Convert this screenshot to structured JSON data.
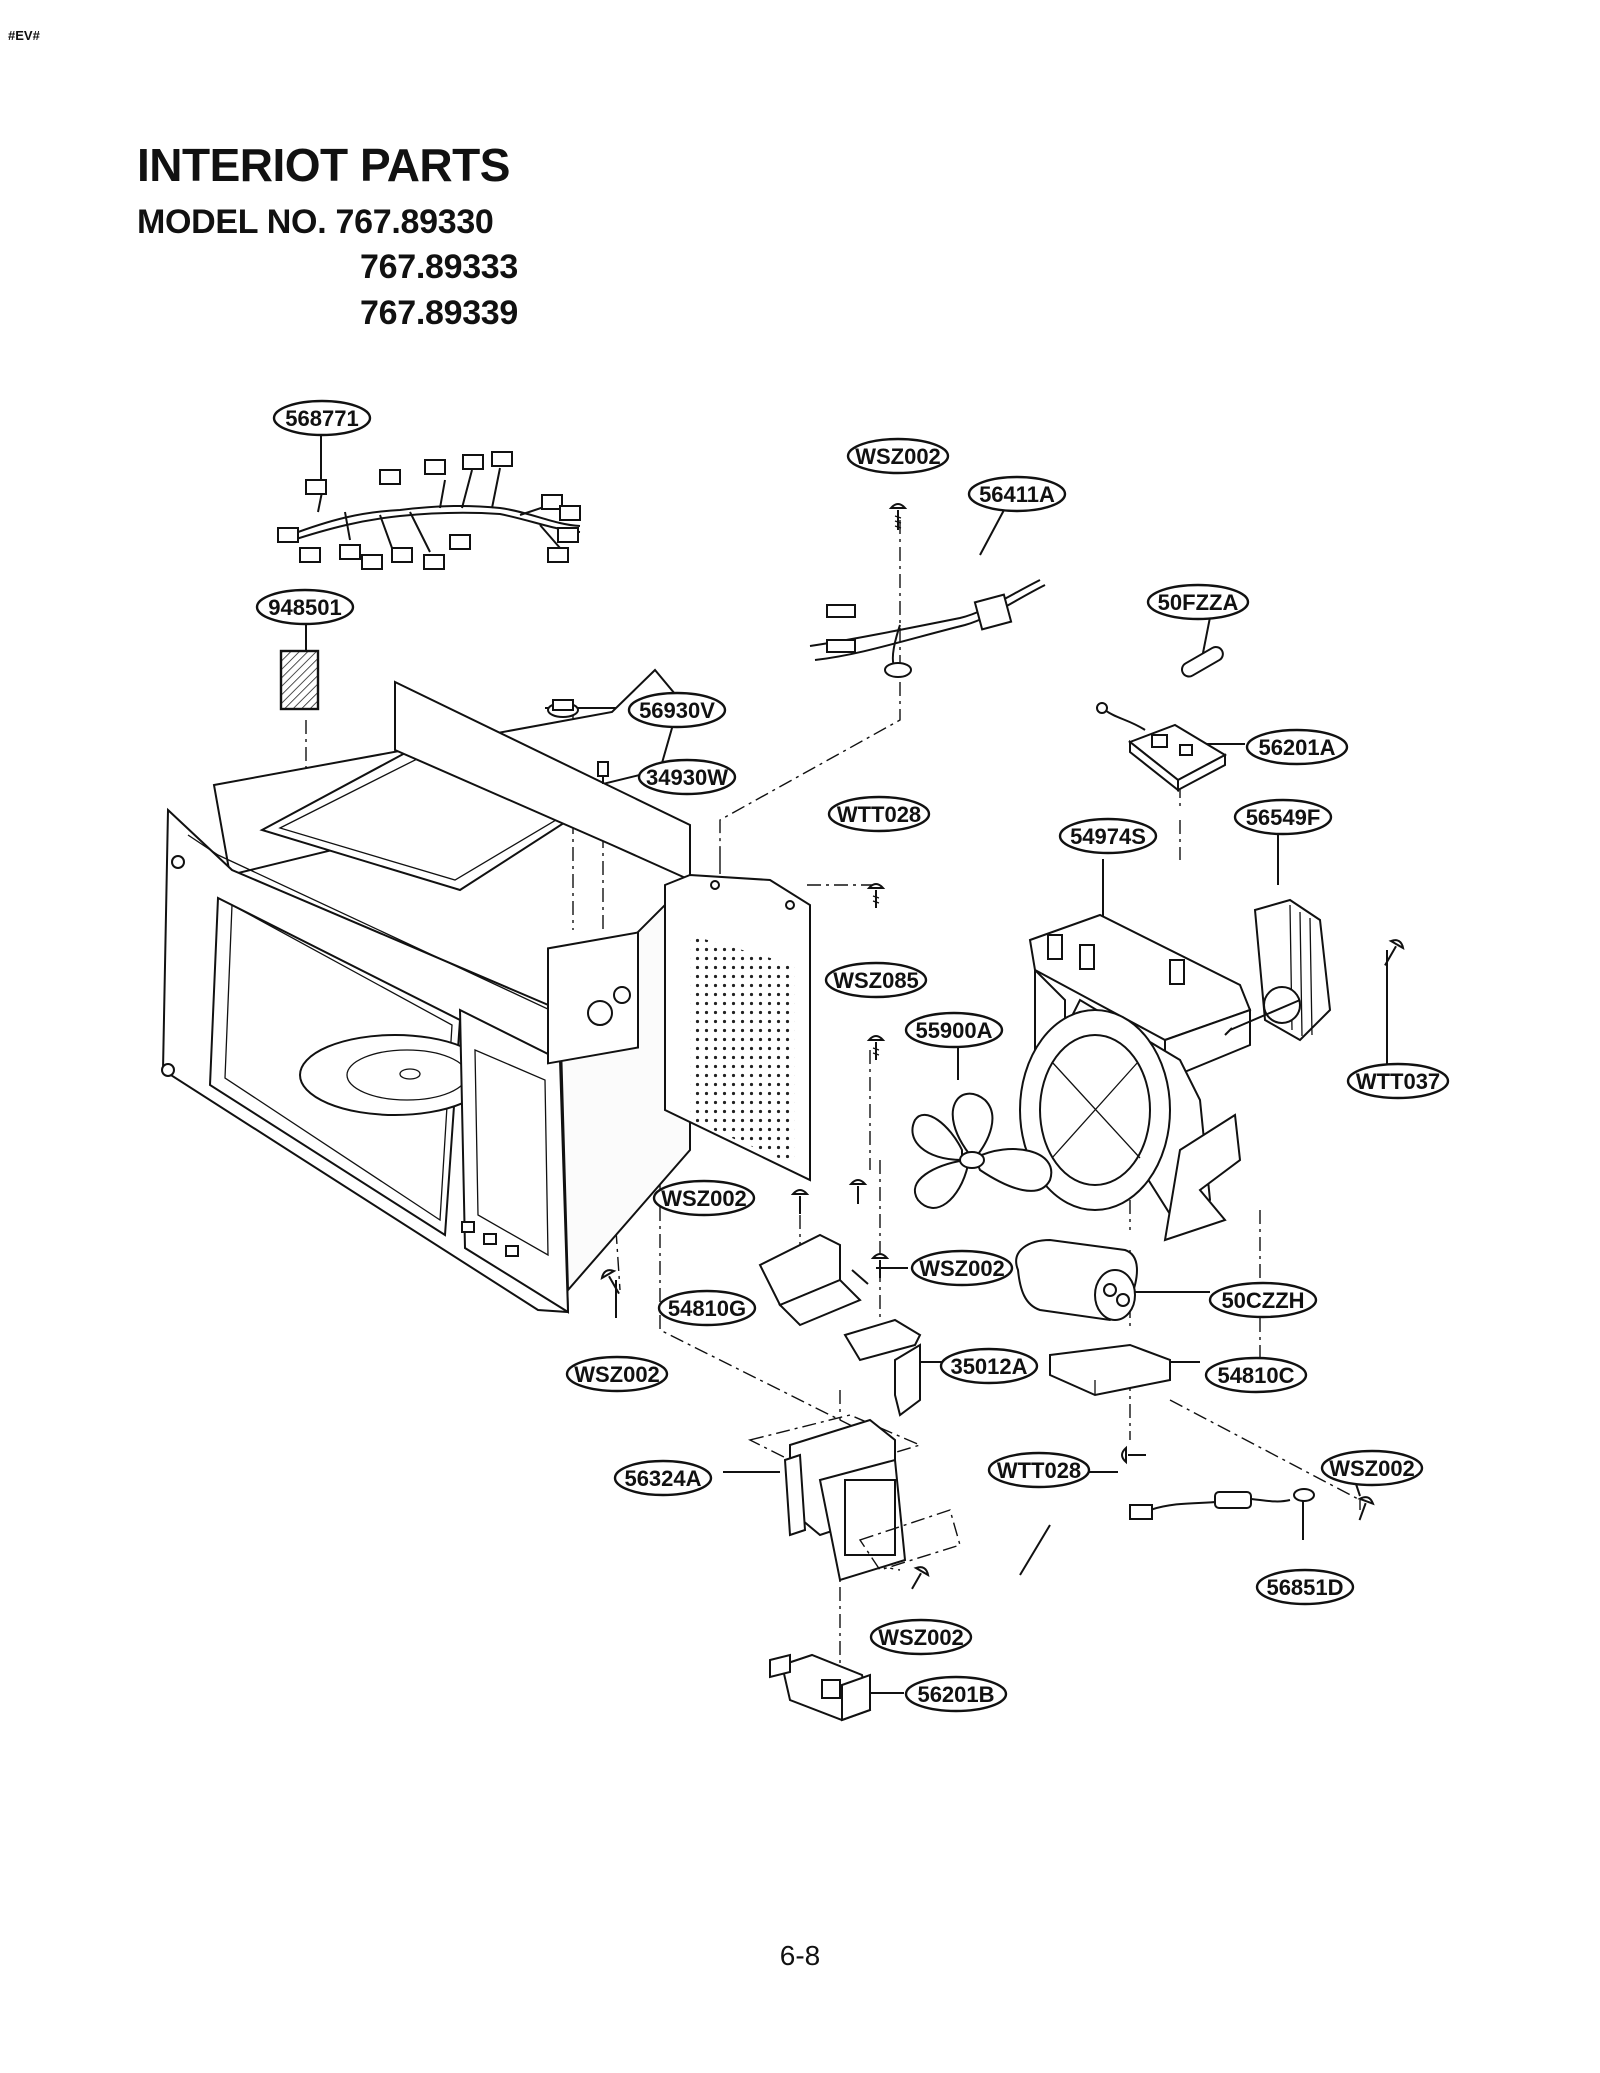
{
  "corner_code": "#EV#",
  "title": "INTERIOT PARTS",
  "model_prefix": "MODEL NO.",
  "models": [
    "767.89330",
    "767.89333",
    "767.89339"
  ],
  "page_number": "6-8",
  "labels": {
    "l568771": "568771",
    "l948501": "948501",
    "l56930V": "56930V",
    "l34930W": "34930W",
    "lWSZ002_top": "WSZ002",
    "l56411A": "56411A",
    "l50FZZA": "50FZZA",
    "l56201A": "56201A",
    "lWTT028_a": "WTT028",
    "l54974S": "54974S",
    "l56549F": "56549F",
    "lWSZ085": "WSZ085",
    "l55900A": "55900A",
    "lWTT037": "WTT037",
    "lWSZ002_b": "WSZ002",
    "lWSZ002_c": "WSZ002",
    "l54810G": "54810G",
    "l50CZZH": "50CZZH",
    "lWSZ002_d": "WSZ002",
    "l35012A": "35012A",
    "l54810C": "54810C",
    "l56324A": "56324A",
    "lWTT028_b": "WTT028",
    "lWSZ002_e": "WSZ002",
    "l56851D": "56851D",
    "lWSZ002_f": "WSZ002",
    "l56201B": "56201B"
  }
}
